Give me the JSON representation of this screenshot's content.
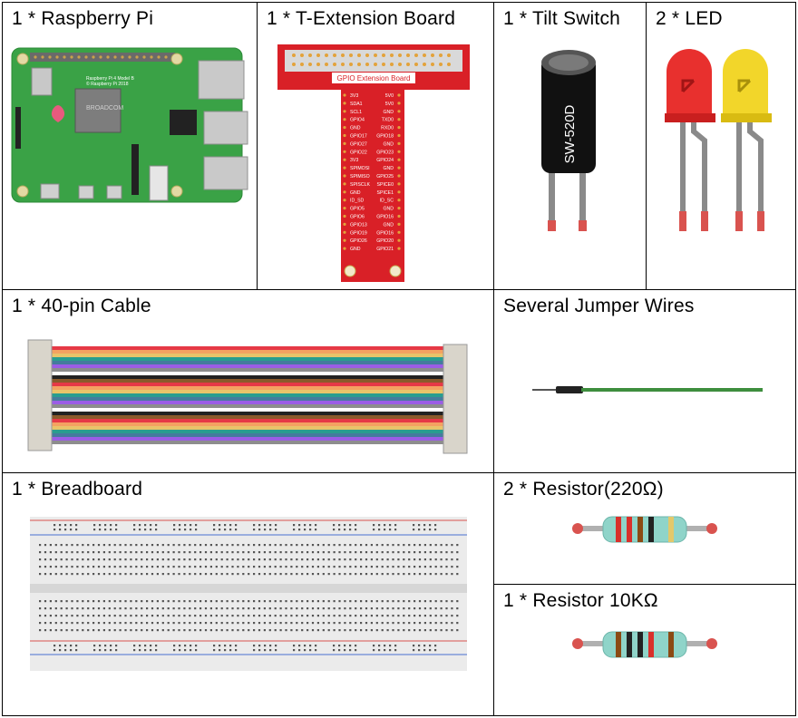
{
  "items": {
    "raspberry_pi": "1 * Raspberry Pi",
    "t_extension_board": "1 * T-Extension Board",
    "tilt_switch": "1 * Tilt Switch",
    "led": "2 * LED",
    "cable_40pin": "1 * 40-pin Cable",
    "jumper_wires": "Several Jumper Wires",
    "breadboard": "1 * Breadboard",
    "resistor_220": "2 * Resistor(220Ω)",
    "resistor_10k": "1 * Resistor 10KΩ"
  },
  "raspberry_pi": {
    "model_text": "Raspberry Pi 4 Model B",
    "copyright_text": "© Raspberry Pi 2018",
    "chip_text": "BROADCOM"
  },
  "t_board": {
    "banner": "GPIO Extension Board",
    "left_pins": [
      "3V3",
      "SDA1",
      "SCL1",
      "GPIO4",
      "GND",
      "GPIO17",
      "GPIO27",
      "GPIO22",
      "3V3",
      "SPIMOSI",
      "SPIMISO",
      "SPISCLK",
      "GND",
      "ID_SD",
      "GPIO5",
      "GPIO6",
      "GPIO13",
      "GPIO19",
      "GPIO26",
      "GND"
    ],
    "right_pins": [
      "5V0",
      "5V0",
      "GND",
      "TXD0",
      "RXD0",
      "GPIO18",
      "GND",
      "GPIO23",
      "GPIO24",
      "GND",
      "GPIO25",
      "SPICE0",
      "SPICE1",
      "ID_SC",
      "GND",
      "GPIO16",
      "GND",
      "GPIO16",
      "GPIO20",
      "GPIO21"
    ]
  },
  "tilt_switch": {
    "marking": "SW-520D"
  },
  "colors": {
    "pcb_green": "#3aa246",
    "t_board_red": "#d92027",
    "led_red": "#e8302e",
    "led_yellow": "#f2d62a",
    "jumper_green": "#3e8e3e"
  }
}
